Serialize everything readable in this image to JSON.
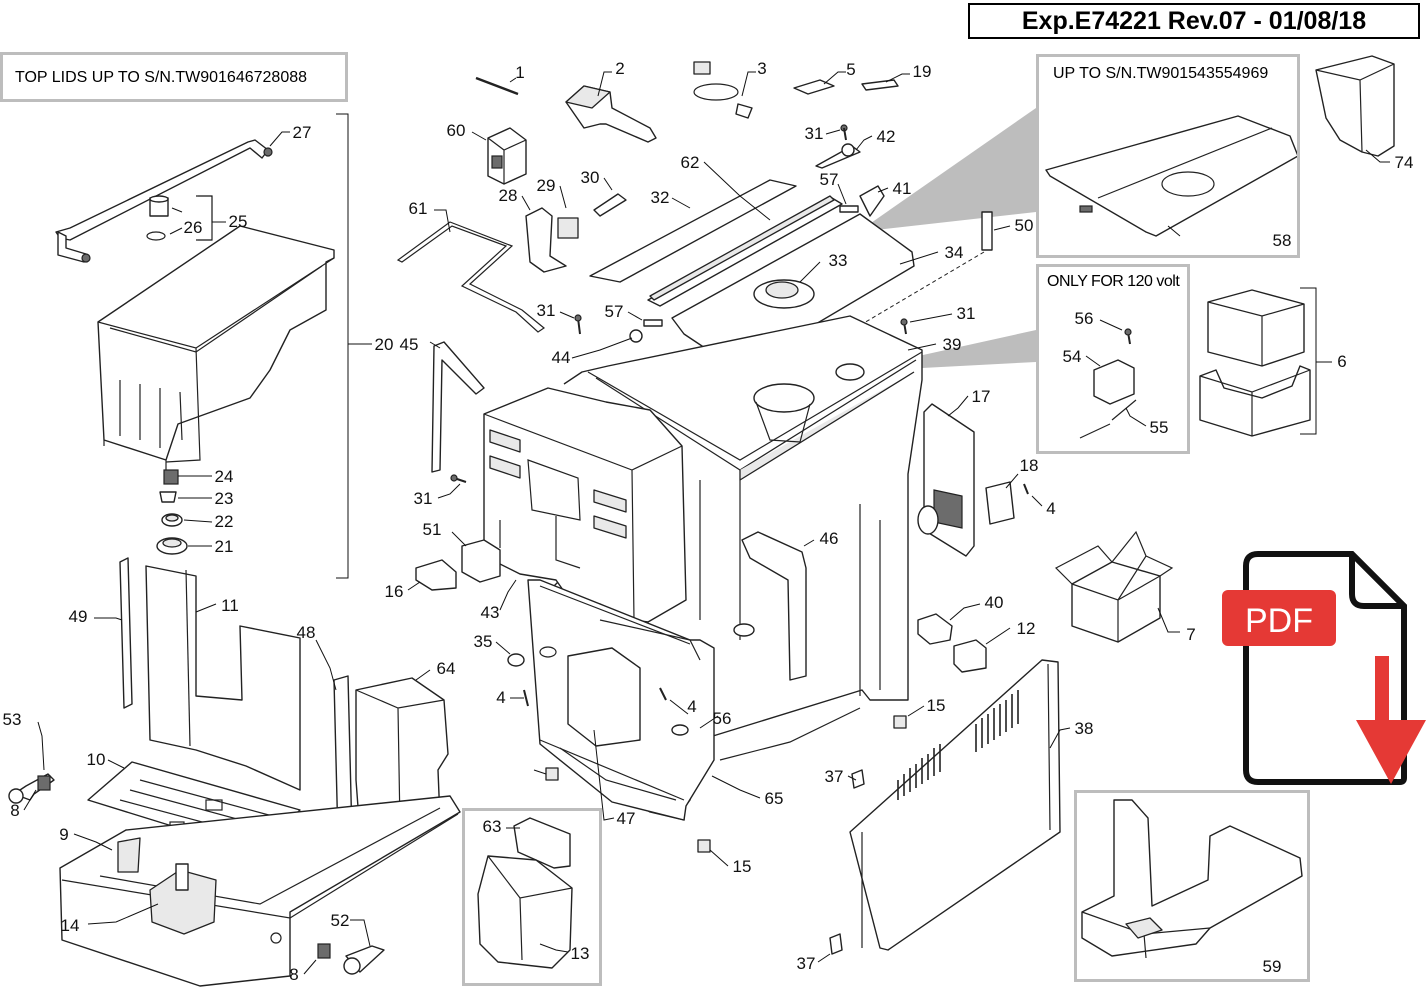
{
  "header": {
    "title": "Exp.E74221 Rev.07 - 01/08/18"
  },
  "notes": {
    "top_lids": "TOP LIDS UP TO S/N.TW901646728088",
    "up_to_sn": "UP TO S/N.TW901543554969",
    "only_120v": "ONLY FOR 120 volt"
  },
  "pdf_icon": {
    "label": "PDF",
    "color": "#e53935",
    "arrow_color": "#e53935"
  },
  "part_labels": [
    "1",
    "2",
    "3",
    "5",
    "19",
    "60",
    "27",
    "31",
    "42",
    "62",
    "28",
    "29",
    "30",
    "32",
    "57",
    "41",
    "50",
    "74",
    "61",
    "26",
    "25",
    "33",
    "34",
    "58",
    "31",
    "57",
    "44",
    "31",
    "39",
    "56",
    "6",
    "54",
    "20",
    "45",
    "55",
    "17",
    "31",
    "18",
    "4",
    "24",
    "23",
    "22",
    "21",
    "51",
    "46",
    "16",
    "43",
    "40",
    "12",
    "7",
    "49",
    "11",
    "35",
    "48",
    "64",
    "4",
    "4",
    "56",
    "53",
    "10",
    "15",
    "38",
    "8",
    "37",
    "65",
    "47",
    "9",
    "63",
    "15",
    "14",
    "52",
    "8",
    "13",
    "37",
    "59"
  ]
}
